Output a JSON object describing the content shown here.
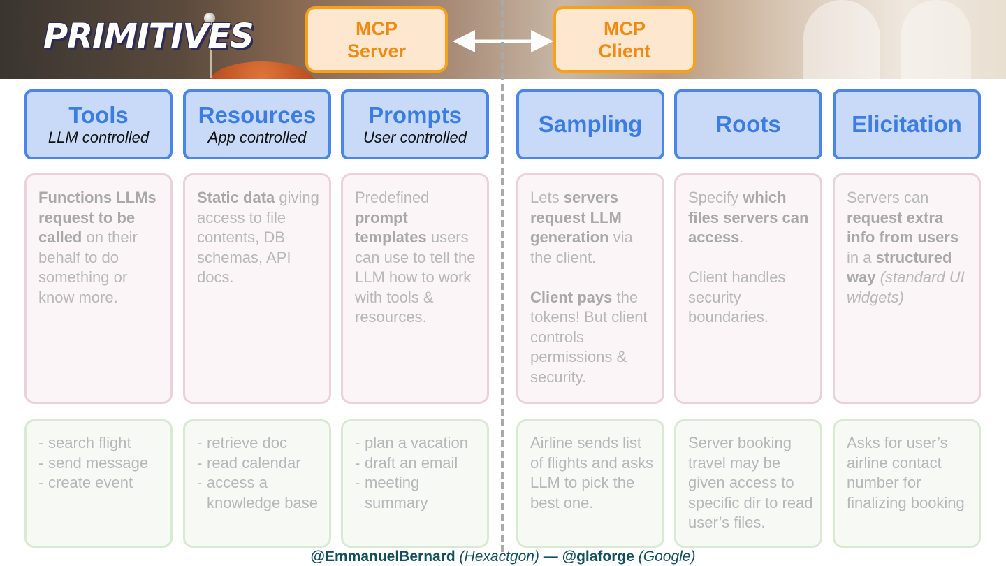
{
  "title": "PRIMITIVES",
  "server_label": "MCP\nServer",
  "client_label": "MCP\nClient",
  "colors": {
    "header_fill": "#c9daf8",
    "header_border": "#4a86e8",
    "mcp_fill": "#fde7cf",
    "mcp_border": "#f7a11a",
    "desc_border": "#ead1dc",
    "example_border": "#d9ead3"
  },
  "columns": [
    {
      "title": "Tools",
      "subtitle": "LLM controlled",
      "description": [
        {
          "t": "Functions LLMs request to be called",
          "s": "b"
        },
        {
          "t": " on their behalf to do something or know more."
        }
      ],
      "examples": [
        "search flight",
        "send message",
        "create event"
      ]
    },
    {
      "title": "Resources",
      "subtitle": "App controlled",
      "description": [
        {
          "t": "Static data",
          "s": "b"
        },
        {
          "t": " giving access to file contents, DB schemas, API docs."
        }
      ],
      "examples": [
        "retrieve doc",
        "read calendar",
        "access a knowledge base"
      ]
    },
    {
      "title": "Prompts",
      "subtitle": "User controlled",
      "description": [
        {
          "t": "Predefined "
        },
        {
          "t": "prompt templates",
          "s": "b"
        },
        {
          "t": " users can use to tell the LLM how to work with tools & resources."
        }
      ],
      "examples": [
        "plan a vacation",
        "draft an email",
        "meeting summary"
      ]
    },
    {
      "title": "Sampling",
      "subtitle": "",
      "description": [
        {
          "t": "Lets "
        },
        {
          "t": "servers request LLM generation",
          "s": "b"
        },
        {
          "t": " via the client."
        },
        {
          "t": "\n\n",
          "s": "br"
        },
        {
          "t": "Client pays",
          "s": "b"
        },
        {
          "t": " the tokens! But client controls permissions & security."
        }
      ],
      "examples_text": "Airline sends list of flights and asks LLM to pick the best one."
    },
    {
      "title": "Roots",
      "subtitle": "",
      "description": [
        {
          "t": "Specify "
        },
        {
          "t": "which files servers can access",
          "s": "b"
        },
        {
          "t": "."
        },
        {
          "t": "\n\n",
          "s": "br"
        },
        {
          "t": "Client handles security boundaries."
        }
      ],
      "examples_text": "Server booking travel may be given access to specific dir to read user’s files."
    },
    {
      "title": "Elicitation",
      "subtitle": "",
      "description": [
        {
          "t": "Servers can "
        },
        {
          "t": "request extra info from users",
          "s": "b"
        },
        {
          "t": " in a "
        },
        {
          "t": "structured way",
          "s": "b"
        },
        {
          "t": " "
        },
        {
          "t": "(standard UI widgets)",
          "s": "i"
        }
      ],
      "examples_text": "Asks for user’s airline contact number for finalizing booking"
    }
  ],
  "footer": {
    "author1": "@EmmanuelBernard",
    "org1": "(Hexactgon)",
    "separator": " — ",
    "author2": "@glaforge",
    "org2": "(Google)"
  }
}
